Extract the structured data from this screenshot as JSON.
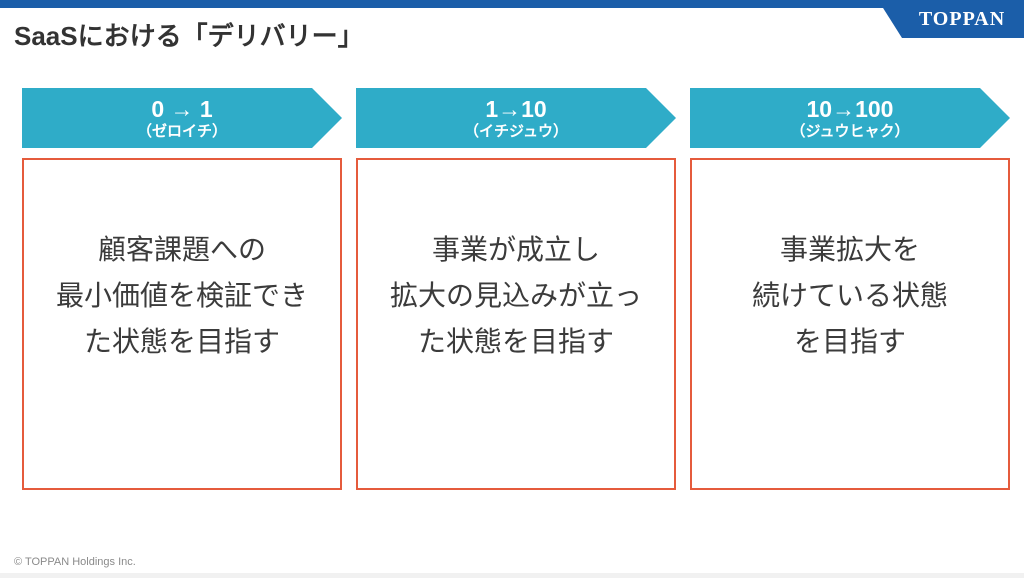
{
  "slide": {
    "title": "SaaSにおける「デリバリー」",
    "logo": "TOPPAN",
    "footer": "© TOPPAN Holdings Inc.",
    "colors": {
      "bar_blue": "#1B5EA9",
      "arrow_teal": "#2FACC8",
      "box_border": "#E55B3C"
    },
    "columns": [
      {
        "stage": "0 → 1",
        "reading": "（ゼロイチ）",
        "description": [
          "顧客課題への",
          "最小価値を検証でき",
          "た状態を目指す"
        ]
      },
      {
        "stage": "1→10",
        "reading": "（イチジュウ）",
        "description": [
          "事業が成立し",
          "拡大の見込みが立っ",
          "た状態を目指す"
        ]
      },
      {
        "stage": "10→100",
        "reading": "（ジュウヒャク）",
        "description": [
          "事業拡大を",
          "続けている状態",
          "を目指す"
        ]
      }
    ]
  }
}
